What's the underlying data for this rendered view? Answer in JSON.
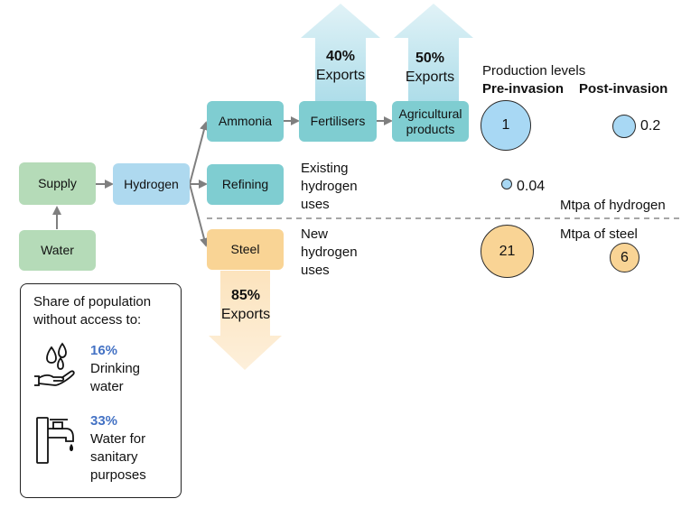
{
  "nodes": {
    "water": "Water",
    "supply": "Supply",
    "hydrogen": "Hydrogen",
    "ammonia": "Ammonia",
    "refining": "Refining",
    "steel": "Steel",
    "fertilisers": "Fertilisers",
    "agricultural_products": "Agricultural products"
  },
  "exports": {
    "fertilisers": {
      "pct": "40%",
      "label": "Exports"
    },
    "agricultural": {
      "pct": "50%",
      "label": "Exports"
    },
    "steel": {
      "pct": "85%",
      "label": "Exports"
    }
  },
  "uses": {
    "existing": "Existing hydrogen uses",
    "new": "New hydrogen uses"
  },
  "production": {
    "heading": "Production levels",
    "pre_label": "Pre-invasion",
    "post_label": "Post-invasion",
    "ammonia_pre": "1",
    "ammonia_post": "0.2",
    "refining_post": "0.04",
    "hydrogen_unit": "Mtpa of hydrogen",
    "steel_unit": "Mtpa of steel",
    "steel_pre": "21",
    "steel_post": "6"
  },
  "legend": {
    "title": "Share of population without access to:",
    "drinking_pct": "16%",
    "drinking_label": "Drinking water",
    "sanitary_pct": "33%",
    "sanitary_label": "Water for sanitary purposes",
    "icons": [
      "water-drops-hand-icon",
      "tap-icon"
    ]
  },
  "colors": {
    "green": "#b5dbb8",
    "blue": "#aed9ef",
    "teal": "#7fcdd1",
    "orange": "#f9d495",
    "export_blue": "#a9dbe8",
    "export_orange": "#fce3bd",
    "pct_blue": "#4472c4"
  }
}
